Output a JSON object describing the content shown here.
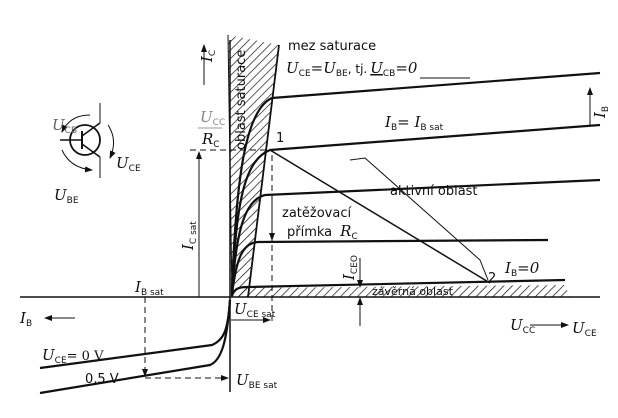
{
  "labels": {
    "ic": "I",
    "ic_sub": "C",
    "saturation_region": "oblast saturace",
    "saturation_limit": "mez saturace",
    "sat_cond_a": "U",
    "sat_cond_a_sub": "CE",
    "sat_cond_eq": "=",
    "sat_cond_b": "U",
    "sat_cond_b_sub": "BE",
    "sat_cond_tj": ", tj.",
    "sat_cond_c": "U",
    "sat_cond_c_sub": "CB",
    "sat_cond_zero": "=0",
    "ucc_num": "U",
    "ucc_num_sub": "CC",
    "rc_den": "R",
    "rc_den_sub": "C",
    "point1": "1",
    "point2": "2",
    "ib_sat_curve": "I",
    "ib_sat_curve_sub": "B",
    "ib_sat_curve_eq": "= I",
    "ib_sat_curve_eq_sub": "B sat",
    "ib_right": "I",
    "ib_right_sub": "B",
    "active_region": "aktivní oblast",
    "load_line_1": "zatěžovací",
    "load_line_2": "přímka",
    "load_line_r": "R",
    "load_line_r_sub": "C",
    "icsat": "I",
    "icsat_sub": "C sat",
    "iceo": "I",
    "iceo_sub": "CEO",
    "ib0": "I",
    "ib0_sub": "B",
    "ib0_eq": "=0",
    "cutoff_region": "závěrná oblast",
    "ibsat": "I",
    "ibsat_sub": "B sat",
    "ib_left": "I",
    "ib_left_sub": "B",
    "ucesat": "U",
    "ucesat_sub": "CE sat",
    "ucc": "U",
    "ucc_sub": "CC",
    "uce_axis": "U",
    "uce_axis_sub": "CE",
    "uce0": "U",
    "uce0_sub": "CE",
    "uce0_eq": "= 0 V",
    "uce05": "0,5 V",
    "ubesat": "U",
    "ubesat_sub": "BE sat",
    "sym_ucb": "U",
    "sym_ucb_sub": "CB",
    "sym_uce": "U",
    "sym_uce_sub": "CE",
    "sym_ube": "U",
    "sym_ube_sub": "BE"
  }
}
